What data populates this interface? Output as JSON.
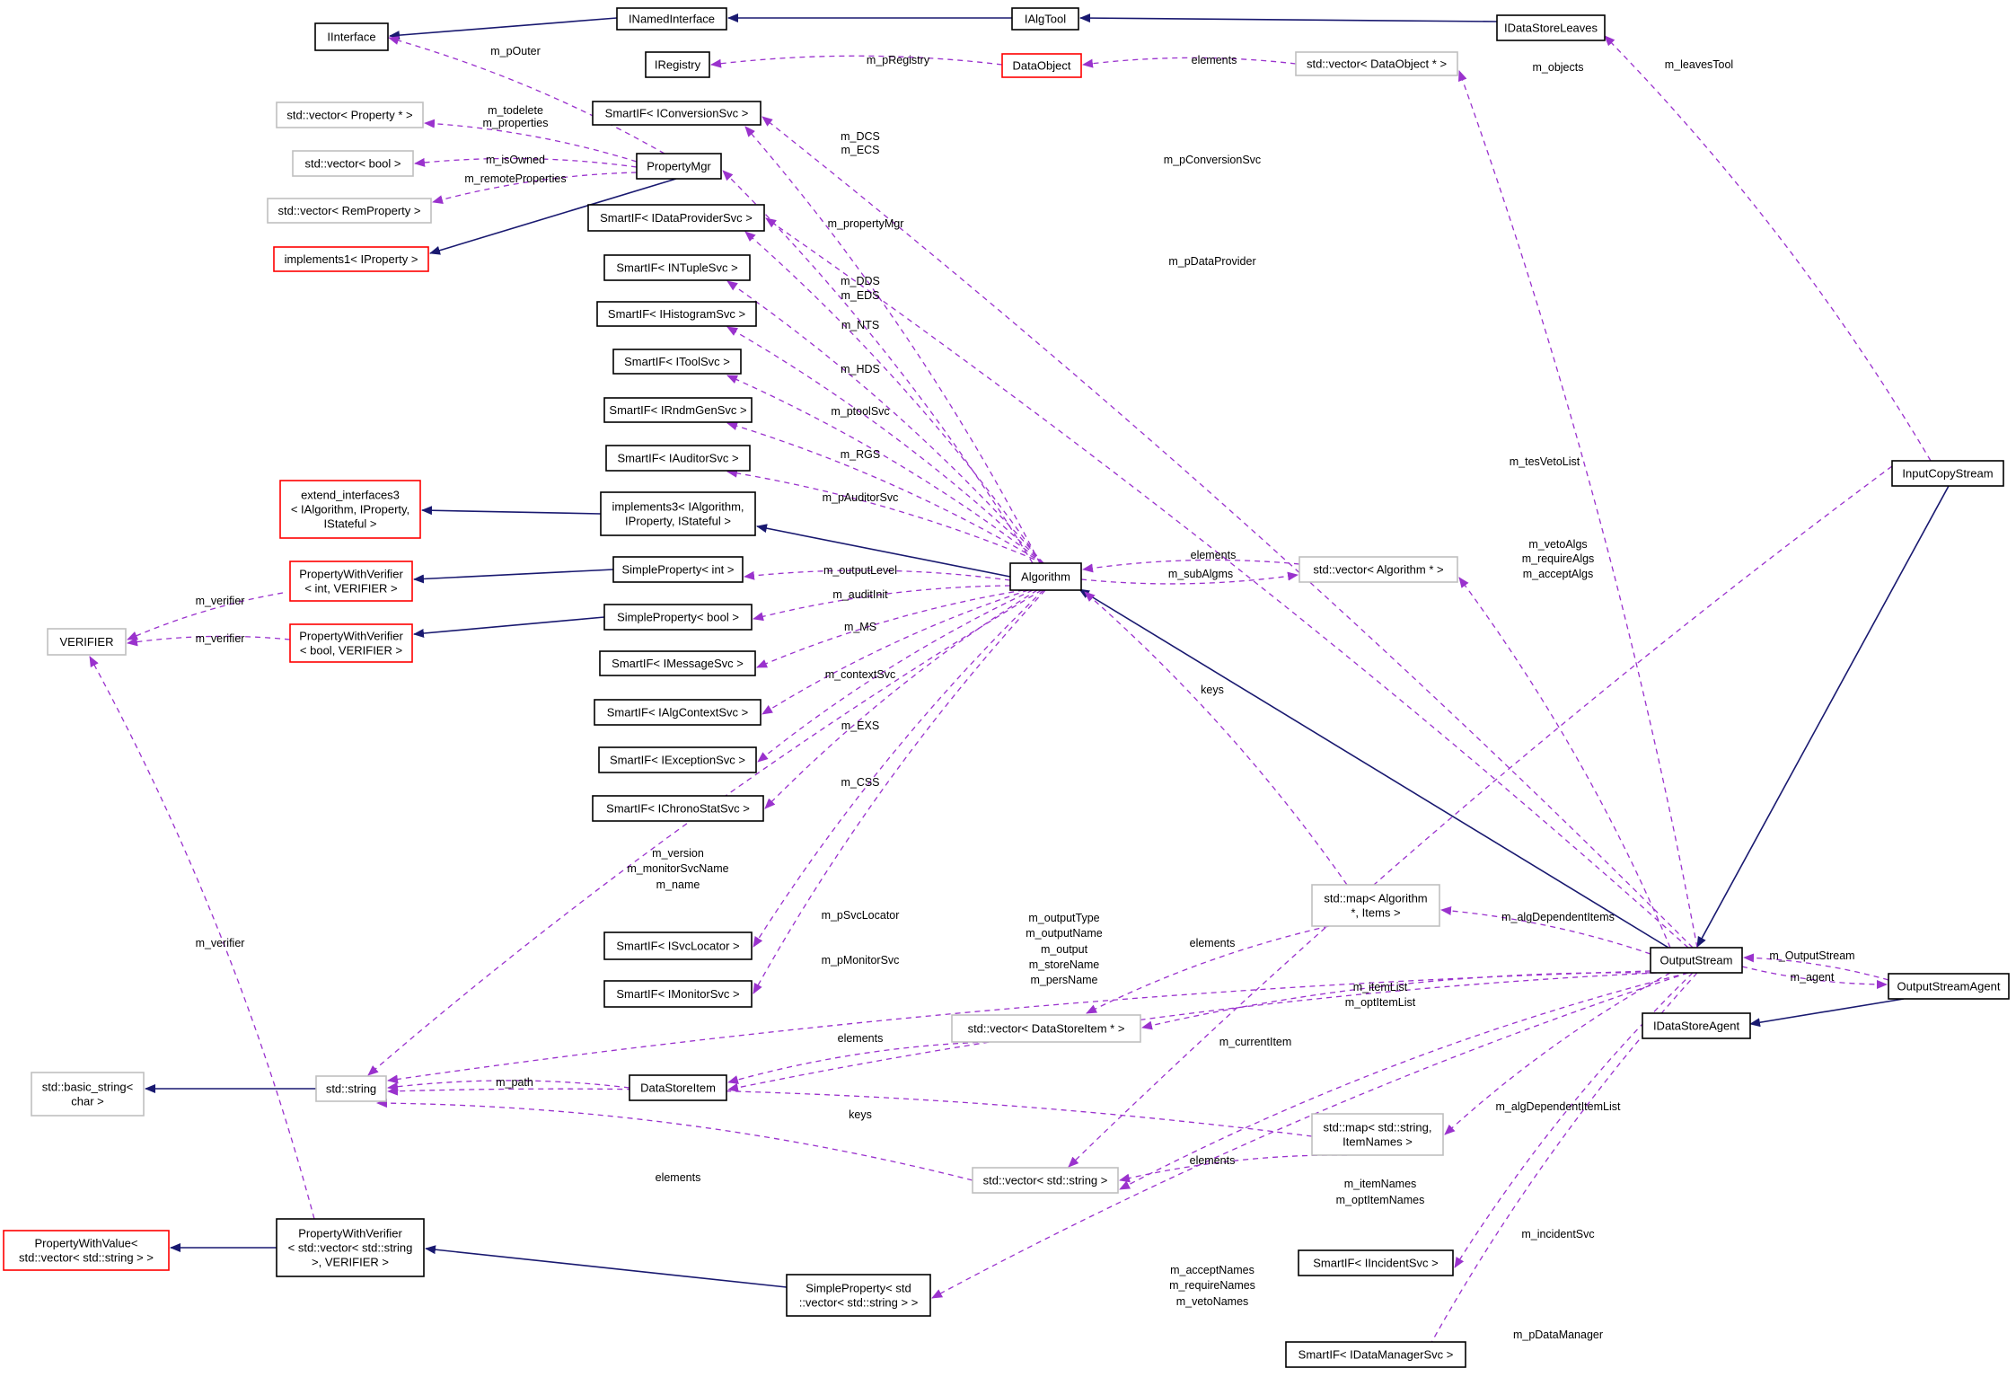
{
  "colors": {
    "inheritance_edge": "#191970",
    "usage_edge": "#9a32cd",
    "node_border_documented": "#000000",
    "node_border_undocumented": "#bfbfbf",
    "node_border_external": "#ff0000",
    "highlight_fill": "#bfbfbf"
  },
  "nodes": {
    "IInterface": {
      "lines": [
        "IInterface"
      ],
      "kind": "normal"
    },
    "INamedInterface": {
      "lines": [
        "INamedInterface"
      ],
      "kind": "normal"
    },
    "IAlgTool": {
      "lines": [
        "IAlgTool"
      ],
      "kind": "normal"
    },
    "IDataStoreLeaves": {
      "lines": [
        "IDataStoreLeaves"
      ],
      "kind": "normal"
    },
    "IRegistry": {
      "lines": [
        "IRegistry"
      ],
      "kind": "normal"
    },
    "DataObject": {
      "lines": [
        "DataObject"
      ],
      "kind": "red"
    },
    "VecDataObject": {
      "lines": [
        "std::vector< DataObject * >"
      ],
      "kind": "gray"
    },
    "VecProperty": {
      "lines": [
        "std::vector< Property * >"
      ],
      "kind": "gray"
    },
    "VecBool": {
      "lines": [
        "std::vector< bool >"
      ],
      "kind": "gray"
    },
    "VecRemProperty": {
      "lines": [
        "std::vector< RemProperty >"
      ],
      "kind": "gray"
    },
    "Implements1": {
      "lines": [
        "implements1< IProperty >"
      ],
      "kind": "red"
    },
    "PropertyMgr": {
      "lines": [
        "PropertyMgr"
      ],
      "kind": "normal"
    },
    "SmartIFConversion": {
      "lines": [
        "SmartIF< IConversionSvc >"
      ],
      "kind": "normal"
    },
    "SmartIFDataProvider": {
      "lines": [
        "SmartIF< IDataProviderSvc >"
      ],
      "kind": "normal"
    },
    "SmartIFNTuple": {
      "lines": [
        "SmartIF< INTupleSvc >"
      ],
      "kind": "normal"
    },
    "SmartIFHistogram": {
      "lines": [
        "SmartIF< IHistogramSvc >"
      ],
      "kind": "normal"
    },
    "SmartIFTool": {
      "lines": [
        "SmartIF< IToolSvc >"
      ],
      "kind": "normal"
    },
    "SmartIFRndm": {
      "lines": [
        "SmartIF< IRndmGenSvc >"
      ],
      "kind": "normal"
    },
    "SmartIFAuditor": {
      "lines": [
        "SmartIF< IAuditorSvc >"
      ],
      "kind": "normal"
    },
    "ExtendInterfaces3": {
      "lines": [
        "extend_interfaces3",
        "< IAlgorithm, IProperty,",
        "IStateful >"
      ],
      "kind": "red"
    },
    "Implements3": {
      "lines": [
        "implements3< IAlgorithm,",
        "IProperty, IStateful >"
      ],
      "kind": "normal"
    },
    "PWVInt": {
      "lines": [
        "PropertyWithVerifier",
        "< int, VERIFIER >"
      ],
      "kind": "red"
    },
    "SimplePropertyInt": {
      "lines": [
        "SimpleProperty< int >"
      ],
      "kind": "normal"
    },
    "SimplePropertyBool": {
      "lines": [
        "SimpleProperty< bool >"
      ],
      "kind": "normal"
    },
    "PWVBool": {
      "lines": [
        "PropertyWithVerifier",
        "< bool, VERIFIER >"
      ],
      "kind": "red"
    },
    "VERIFIER": {
      "lines": [
        "VERIFIER"
      ],
      "kind": "gray"
    },
    "SmartIFMessage": {
      "lines": [
        "SmartIF< IMessageSvc >"
      ],
      "kind": "normal"
    },
    "SmartIFAlgContext": {
      "lines": [
        "SmartIF< IAlgContextSvc >"
      ],
      "kind": "normal"
    },
    "SmartIFException": {
      "lines": [
        "SmartIF< IExceptionSvc >"
      ],
      "kind": "normal"
    },
    "SmartIFChronoStat": {
      "lines": [
        "SmartIF< IChronoStatSvc >"
      ],
      "kind": "normal"
    },
    "SmartIFSvcLocator": {
      "lines": [
        "SmartIF< ISvcLocator >"
      ],
      "kind": "normal"
    },
    "SmartIFMonitor": {
      "lines": [
        "SmartIF< IMonitorSvc >"
      ],
      "kind": "normal"
    },
    "Algorithm": {
      "lines": [
        "Algorithm"
      ],
      "kind": "normal"
    },
    "VecAlgorithm": {
      "lines": [
        "std::vector< Algorithm * >"
      ],
      "kind": "gray"
    },
    "MapAlgItems": {
      "lines": [
        "std::map< Algorithm",
        "*, Items >"
      ],
      "kind": "gray"
    },
    "VecDataStoreItem": {
      "lines": [
        "std::vector< DataStoreItem * >"
      ],
      "kind": "gray"
    },
    "DataStoreItem": {
      "lines": [
        "DataStoreItem"
      ],
      "kind": "normal"
    },
    "StdString": {
      "lines": [
        "std::string"
      ],
      "kind": "gray"
    },
    "BasicString": {
      "lines": [
        "std::basic_string<",
        "char >"
      ],
      "kind": "gray"
    },
    "MapStringItemNames": {
      "lines": [
        "std::map< std::string,",
        "ItemNames >"
      ],
      "kind": "gray"
    },
    "VecString": {
      "lines": [
        "std::vector< std::string >"
      ],
      "kind": "gray"
    },
    "PropertyWithValue": {
      "lines": [
        "PropertyWithValue<",
        "std::vector< std::string > >"
      ],
      "kind": "red"
    },
    "PWVVecString": {
      "lines": [
        "PropertyWithVerifier",
        "< std::vector< std::string",
        ">, VERIFIER >"
      ],
      "kind": "normal"
    },
    "SimplePropertyVecString": {
      "lines": [
        "SimpleProperty< std",
        "::vector< std::string > >"
      ],
      "kind": "normal"
    },
    "SmartIFIncident": {
      "lines": [
        "SmartIF< IIncidentSvc >"
      ],
      "kind": "normal"
    },
    "SmartIFDataManager": {
      "lines": [
        "SmartIF< IDataManagerSvc >"
      ],
      "kind": "normal"
    },
    "OutputStream": {
      "lines": [
        "OutputStream"
      ],
      "kind": "normal"
    },
    "IDataStoreAgent": {
      "lines": [
        "IDataStoreAgent"
      ],
      "kind": "normal"
    },
    "OutputStreamAgent": {
      "lines": [
        "OutputStreamAgent"
      ],
      "kind": "normal"
    },
    "InputCopyStream": {
      "lines": [
        "InputCopyStream"
      ],
      "kind": "highlight"
    }
  },
  "edges": [
    {
      "from": "INamedInterface",
      "to": "IInterface",
      "type": "inherit"
    },
    {
      "from": "IAlgTool",
      "to": "INamedInterface",
      "type": "inherit"
    },
    {
      "from": "IDataStoreLeaves",
      "to": "IAlgTool",
      "type": "inherit"
    },
    {
      "from": "PropertyMgr",
      "to": "Implements1",
      "type": "inherit"
    },
    {
      "from": "Algorithm",
      "to": "Implements3",
      "type": "inherit"
    },
    {
      "from": "Implements3",
      "to": "ExtendInterfaces3",
      "type": "inherit"
    },
    {
      "from": "SimplePropertyInt",
      "to": "PWVInt",
      "type": "inherit"
    },
    {
      "from": "SimplePropertyBool",
      "to": "PWVBool",
      "type": "inherit"
    },
    {
      "from": "StdString",
      "to": "BasicString",
      "type": "inherit"
    },
    {
      "from": "PWVVecString",
      "to": "PropertyWithValue",
      "type": "inherit"
    },
    {
      "from": "SimplePropertyVecString",
      "to": "PWVVecString",
      "type": "inherit"
    },
    {
      "from": "OutputStream",
      "to": "Algorithm",
      "type": "inherit"
    },
    {
      "from": "InputCopyStream",
      "to": "OutputStream",
      "type": "inherit"
    },
    {
      "from": "OutputStreamAgent",
      "to": "IDataStoreAgent",
      "type": "inherit"
    },
    {
      "from": "DataObject",
      "to": "IRegistry",
      "type": "use",
      "label": [
        "m_pRegistry"
      ]
    },
    {
      "from": "VecDataObject",
      "to": "DataObject",
      "type": "use",
      "label": [
        "elements"
      ]
    },
    {
      "from": "PropertyMgr",
      "to": "IInterface",
      "type": "use",
      "label": [
        "m_pOuter"
      ]
    },
    {
      "from": "PropertyMgr",
      "to": "VecProperty",
      "type": "use",
      "label": [
        "m_todelete",
        "m_properties"
      ]
    },
    {
      "from": "PropertyMgr",
      "to": "VecBool",
      "type": "use",
      "label": [
        "m_isOwned"
      ]
    },
    {
      "from": "PropertyMgr",
      "to": "VecRemProperty",
      "type": "use",
      "label": [
        "m_remoteProperties"
      ]
    },
    {
      "from": "Algorithm",
      "to": "PropertyMgr",
      "type": "use",
      "label": [
        "m_propertyMgr"
      ]
    },
    {
      "from": "Algorithm",
      "to": "SmartIFConversion",
      "type": "use",
      "label": [
        "m_DCS",
        "m_ECS"
      ]
    },
    {
      "from": "Algorithm",
      "to": "SmartIFDataProvider",
      "type": "use",
      "label": [
        "m_DDS",
        "m_EDS"
      ]
    },
    {
      "from": "Algorithm",
      "to": "SmartIFNTuple",
      "type": "use",
      "label": [
        "m_NTS"
      ]
    },
    {
      "from": "Algorithm",
      "to": "SmartIFHistogram",
      "type": "use",
      "label": [
        "m_HDS"
      ]
    },
    {
      "from": "Algorithm",
      "to": "SmartIFTool",
      "type": "use",
      "label": [
        "m_ptoolSvc"
      ]
    },
    {
      "from": "Algorithm",
      "to": "SmartIFRndm",
      "type": "use",
      "label": [
        "m_RGS"
      ]
    },
    {
      "from": "Algorithm",
      "to": "SmartIFAuditor",
      "type": "use",
      "label": [
        "m_pAuditorSvc"
      ]
    },
    {
      "from": "Algorithm",
      "to": "SimplePropertyInt",
      "type": "use",
      "label": [
        "m_outputLevel"
      ]
    },
    {
      "from": "Algorithm",
      "to": "SimplePropertyBool",
      "type": "use",
      "label": [
        "m_auditInit"
      ]
    },
    {
      "from": "Algorithm",
      "to": "SmartIFMessage",
      "type": "use",
      "label": [
        "m_MS"
      ]
    },
    {
      "from": "Algorithm",
      "to": "SmartIFAlgContext",
      "type": "use",
      "label": [
        "m_contextSvc"
      ]
    },
    {
      "from": "Algorithm",
      "to": "SmartIFException",
      "type": "use",
      "label": [
        "m_EXS"
      ]
    },
    {
      "from": "Algorithm",
      "to": "SmartIFChronoStat",
      "type": "use",
      "label": [
        "m_CSS"
      ]
    },
    {
      "from": "Algorithm",
      "to": "StdString",
      "type": "use",
      "label": [
        "m_version",
        "m_monitorSvcName",
        "m_name"
      ]
    },
    {
      "from": "Algorithm",
      "to": "SmartIFSvcLocator",
      "type": "use",
      "label": [
        "m_pSvcLocator"
      ]
    },
    {
      "from": "Algorithm",
      "to": "SmartIFMonitor",
      "type": "use",
      "label": [
        "m_pMonitorSvc"
      ]
    },
    {
      "from": "Algorithm",
      "to": "VecAlgorithm",
      "type": "use",
      "label": [
        "m_subAlgms"
      ]
    },
    {
      "from": "VecAlgorithm",
      "to": "Algorithm",
      "type": "use",
      "label": [
        "elements"
      ]
    },
    {
      "from": "PWVInt",
      "to": "VERIFIER",
      "type": "use",
      "label": [
        "m_verifier"
      ]
    },
    {
      "from": "PWVBool",
      "to": "VERIFIER",
      "type": "use",
      "label": [
        "m_verifier"
      ]
    },
    {
      "from": "PWVVecString",
      "to": "VERIFIER",
      "type": "use",
      "label": [
        "m_verifier"
      ]
    },
    {
      "from": "MapAlgItems",
      "to": "Algorithm",
      "type": "use",
      "label": [
        "keys"
      ]
    },
    {
      "from": "MapAlgItems",
      "to": "VecDataStoreItem",
      "type": "use",
      "label": [
        "elements"
      ]
    },
    {
      "from": "VecDataStoreItem",
      "to": "DataStoreItem",
      "type": "use",
      "label": [
        "elements"
      ]
    },
    {
      "from": "DataStoreItem",
      "to": "StdString",
      "type": "use",
      "label": [
        "m_path"
      ]
    },
    {
      "from": "MapStringItemNames",
      "to": "StdString",
      "type": "use",
      "label": [
        "keys"
      ]
    },
    {
      "from": "MapStringItemNames",
      "to": "VecString",
      "type": "use",
      "label": [
        "elements"
      ]
    },
    {
      "from": "VecString",
      "to": "StdString",
      "type": "use",
      "label": [
        "elements"
      ]
    },
    {
      "from": "InputCopyStream",
      "to": "IDataStoreLeaves",
      "type": "use",
      "label": [
        "m_leavesTool"
      ]
    },
    {
      "from": "InputCopyStream",
      "to": "VecString",
      "type": "use",
      "label": [
        "m_tesVetoList"
      ]
    },
    {
      "from": "OutputStream",
      "to": "VecDataObject",
      "type": "use",
      "label": [
        "m_objects"
      ]
    },
    {
      "from": "OutputStream",
      "to": "SmartIFConversion",
      "type": "use",
      "label": [
        "m_pConversionSvc"
      ]
    },
    {
      "from": "OutputStream",
      "to": "SmartIFDataProvider",
      "type": "use",
      "label": [
        "m_pDataProvider"
      ]
    },
    {
      "from": "OutputStream",
      "to": "VecAlgorithm",
      "type": "use",
      "label": [
        "m_vetoAlgs",
        "m_requireAlgs",
        "m_acceptAlgs"
      ]
    },
    {
      "from": "OutputStream",
      "to": "MapAlgItems",
      "type": "use",
      "label": [
        "m_algDependentItems"
      ]
    },
    {
      "from": "OutputStream",
      "to": "StdString",
      "type": "use",
      "label": [
        "m_outputType",
        "m_outputName",
        "m_output",
        "m_storeName",
        "m_persName"
      ]
    },
    {
      "from": "OutputStream",
      "to": "VecDataStoreItem",
      "type": "use",
      "label": [
        "m_itemList",
        "m_optItemList"
      ]
    },
    {
      "from": "OutputStream",
      "to": "DataStoreItem",
      "type": "use",
      "label": [
        "m_currentItem"
      ]
    },
    {
      "from": "OutputStream",
      "to": "MapStringItemNames",
      "type": "use",
      "label": [
        "m_algDependentItemList"
      ]
    },
    {
      "from": "OutputStream",
      "to": "VecString",
      "type": "use",
      "label": [
        "m_itemNames",
        "m_optItemNames"
      ]
    },
    {
      "from": "OutputStream",
      "to": "SmartIFIncident",
      "type": "use",
      "label": [
        "m_incidentSvc"
      ]
    },
    {
      "from": "OutputStream",
      "to": "SimplePropertyVecString",
      "type": "use",
      "label": [
        "m_acceptNames",
        "m_requireNames",
        "m_vetoNames"
      ]
    },
    {
      "from": "OutputStream",
      "to": "SmartIFDataManager",
      "type": "use",
      "label": [
        "m_pDataManager"
      ]
    },
    {
      "from": "OutputStream",
      "to": "OutputStreamAgent",
      "type": "use",
      "label": [
        "m_agent"
      ]
    },
    {
      "from": "OutputStreamAgent",
      "to": "OutputStream",
      "type": "use",
      "label": [
        "m_OutputStream"
      ]
    }
  ]
}
